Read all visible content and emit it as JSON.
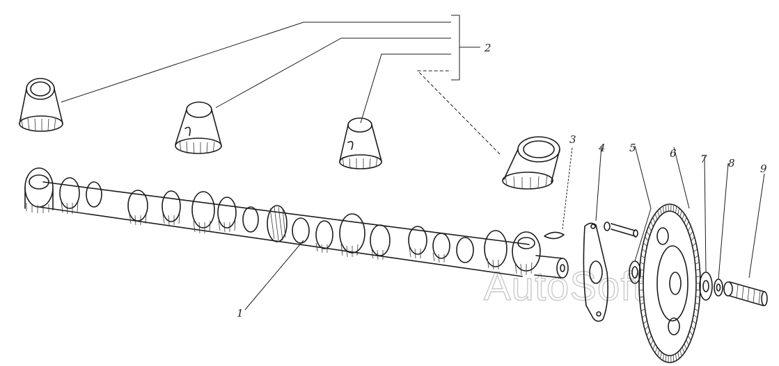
{
  "watermark": "AutoSoft",
  "callouts": {
    "c1": "1",
    "c2": "2",
    "c3": "3",
    "c4": "4",
    "c5": "5",
    "c6": "6",
    "c7": "7",
    "c8": "8",
    "c9": "9"
  },
  "colors": {
    "ink": "#1b1b1b",
    "paper": "#ffffff",
    "watermark": "#c9c9c9"
  }
}
